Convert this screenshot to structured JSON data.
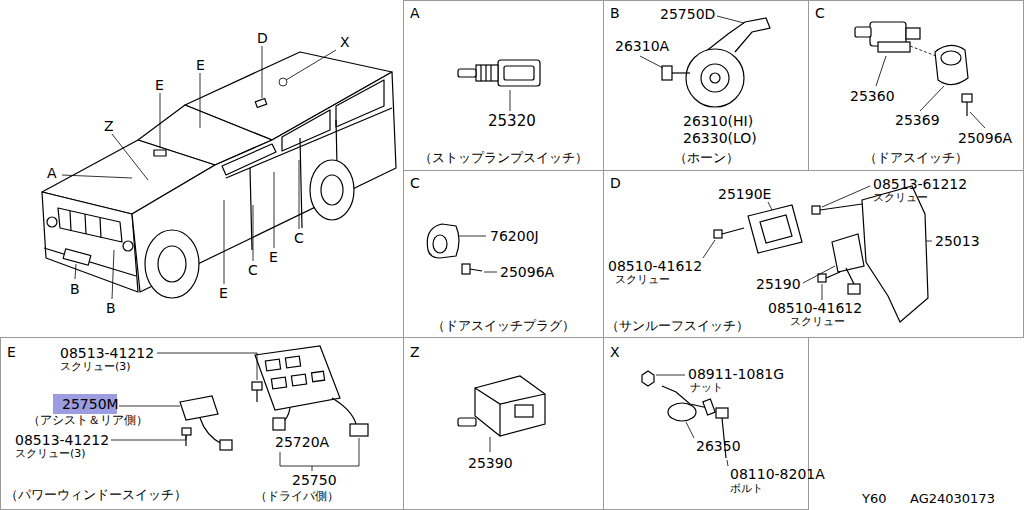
{
  "diagram": {
    "nodes": [
      {
        "text": [
          "A",
          "（ストップランプスイッチ）"
        ]
      },
      {
        "text": [
          "B",
          "（ホーン）"
        ]
      },
      {
        "text": [
          "C",
          "（ドアスイッチ）"
        ]
      },
      {
        "text": [
          "C",
          "（ドアスイッチプラグ）"
        ]
      },
      {
        "text": [
          "D",
          "（サンルーフスイッチ）"
        ]
      },
      {
        "text": [
          "E",
          "（パワーウィンドースイッチ）"
        ]
      },
      {
        "text": [
          "Z"
        ]
      },
      {
        "text": [
          "X"
        ]
      }
    ],
    "labels": [
      "D",
      "X",
      "E",
      "E",
      "Z",
      "A",
      "B",
      "B",
      "E",
      "C",
      "E",
      "C",
      "25320",
      "25750D",
      "26310A",
      "26310(HI)",
      "26330(LO)",
      "25360",
      "25369",
      "25096A",
      "76200J",
      "25096A",
      "25190E",
      "08513-61212",
      "スクリュー",
      "25013",
      "08510-41612",
      "スクリュー",
      "25190",
      "08510-41612",
      "スクリュー",
      "08513-41212",
      "スクリュー(3)",
      "25750M",
      "（アシスト＆リア側）",
      "08513-41212",
      "スクリュー(3)",
      "25720A",
      "25750",
      "（ドライバ側）",
      "25390",
      "08911-1081G",
      "ナット",
      "26350",
      "08110-8201A",
      "ボルト",
      "Y60",
      "AG24030173"
    ]
  }
}
